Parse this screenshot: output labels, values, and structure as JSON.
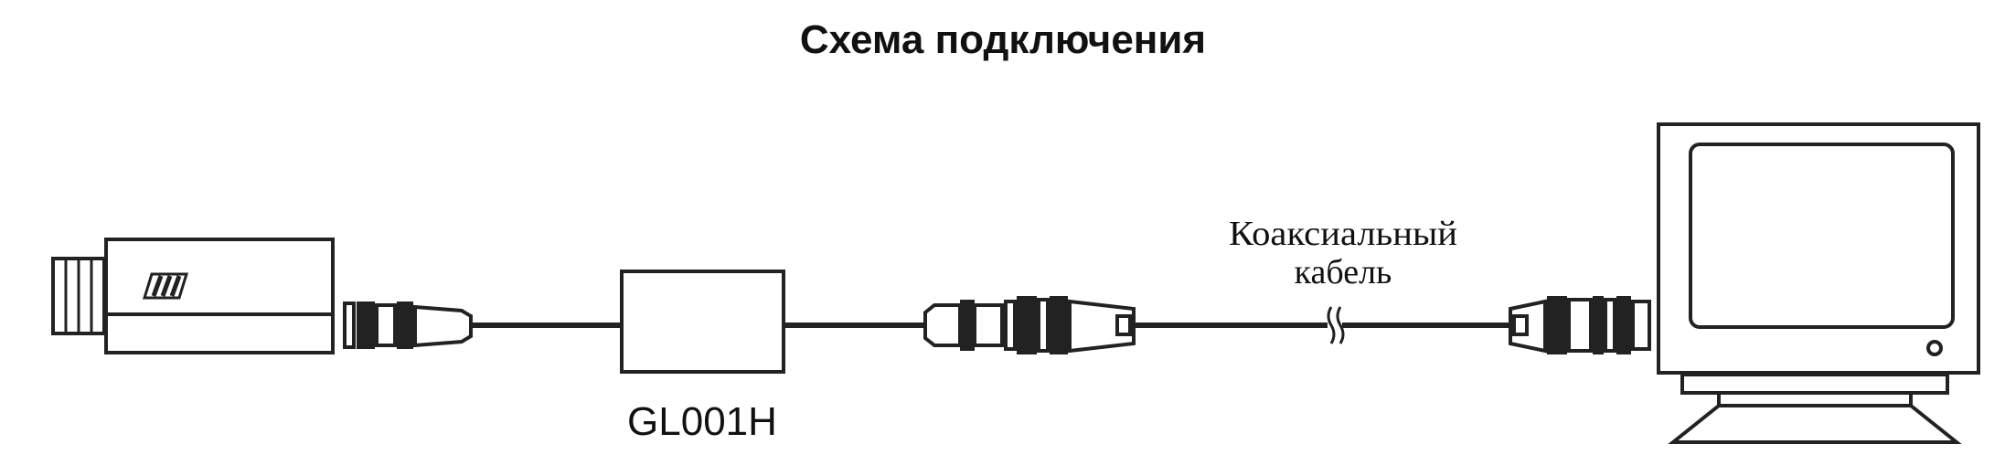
{
  "title": "Схема подключения",
  "device_label": "GL001H",
  "cable_label": {
    "line1": "Коаксиальный",
    "line2": "кабель"
  },
  "colors": {
    "line": "#222222",
    "background": "#ffffff"
  }
}
